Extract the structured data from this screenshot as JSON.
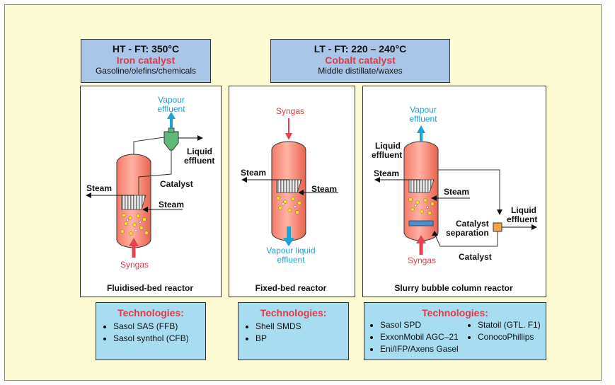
{
  "headers": {
    "ht": {
      "title": "HT - FT: 350°C",
      "catalyst": "Iron catalyst",
      "products": "Gasoline/olefins/chemicals"
    },
    "lt": {
      "title": "LT - FT: 220 – 240°C",
      "catalyst": "Cobalt catalyst",
      "products": "Middle distillate/waxes"
    }
  },
  "reactors": {
    "fluidised": {
      "name": "Fluidised-bed reactor",
      "labels": {
        "vapour1": "Vapour",
        "vapour2": "effluent",
        "liquid1": "Liquid",
        "liquid2": "effluent",
        "catalyst": "Catalyst",
        "steam_out": "Steam",
        "steam_in": "Steam",
        "syngas": "Syngas"
      }
    },
    "fixed": {
      "name": "Fixed-bed reactor",
      "labels": {
        "syngas": "Syngas",
        "steam_out": "Steam",
        "steam_in": "Steam",
        "vapour_liquid1": "Vapour liquid",
        "vapour_liquid2": "effluent"
      }
    },
    "slurry": {
      "name": "Slurry bubble column reactor",
      "labels": {
        "vapour1": "Vapour",
        "vapour2": "effluent",
        "liquid_top1": "Liquid",
        "liquid_top2": "effluent",
        "steam_out": "Steam",
        "steam_in": "Steam",
        "catalyst_sep1": "Catalyst",
        "catalyst_sep2": "separation",
        "liquid_right1": "Liquid",
        "liquid_right2": "effluent",
        "catalyst": "Catalyst",
        "syngas": "Syngas"
      }
    }
  },
  "technologies": {
    "title": "Technologies:",
    "fluidised": [
      "Sasol SAS (FFB)",
      "Sasol synthol (CFB)"
    ],
    "fixed": [
      "Shell SMDS",
      "BP"
    ],
    "slurry_left": [
      "Sasol SPD",
      "ExxonMobil AGC–21",
      "Eni/IFP/Axens Gasel"
    ],
    "slurry_right": [
      "Statoil (GTL. F1)",
      "ConocoPhillips"
    ]
  },
  "colors": {
    "vessel": "#f58c7a",
    "header": "#a9c6e8",
    "tech": "#a8ddf1",
    "red_text": "#e03a4a",
    "blue_arrow": "#1aa3d6",
    "red_arrow": "#e8404e"
  }
}
